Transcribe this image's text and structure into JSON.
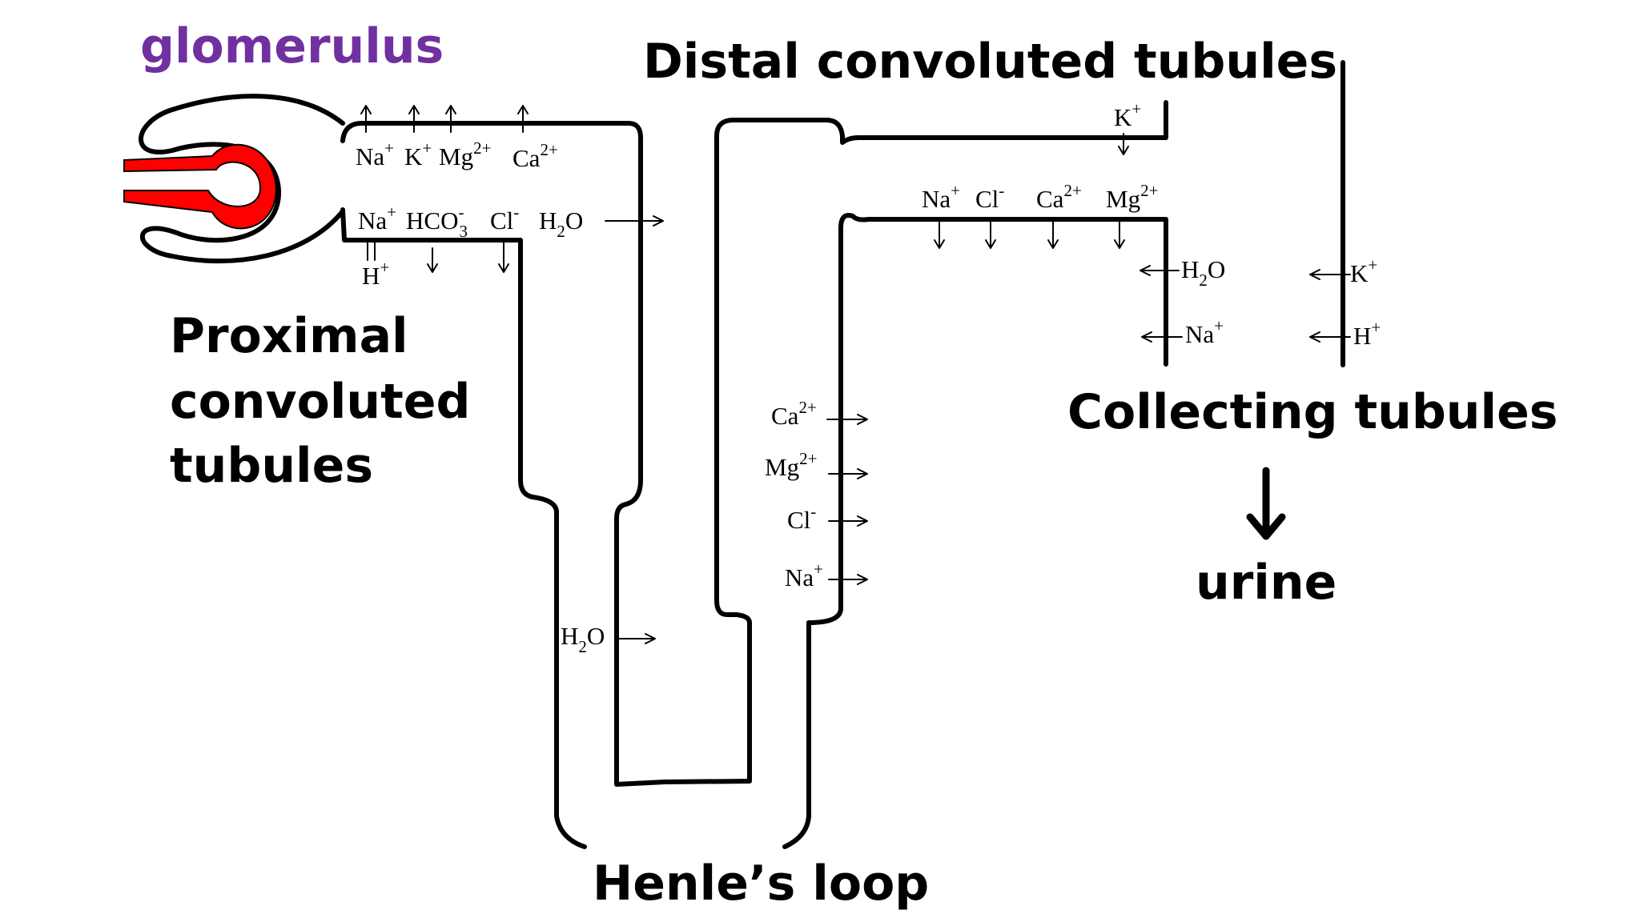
{
  "labels": {
    "glomerulus": "glomerulus",
    "distal": "Distal convoluted tubules",
    "proximal_line1": "Proximal",
    "proximal_line2": "convoluted",
    "proximal_line3": "tubules",
    "collecting": "Collecting tubules",
    "urine": "urine",
    "henle": "Henle’s loop"
  },
  "ions": {
    "na": "Na",
    "k": "K",
    "mg": "Mg",
    "ca": "Ca",
    "hco": "HCO",
    "cl": "Cl",
    "h": "H",
    "o": "O",
    "plus": "+",
    "minus": "-",
    "two_plus": "2+",
    "two": "2",
    "three": "3"
  },
  "colors": {
    "glomerulus_label": "#7030a0",
    "capillary": "#ff0000",
    "outline": "#000000"
  }
}
